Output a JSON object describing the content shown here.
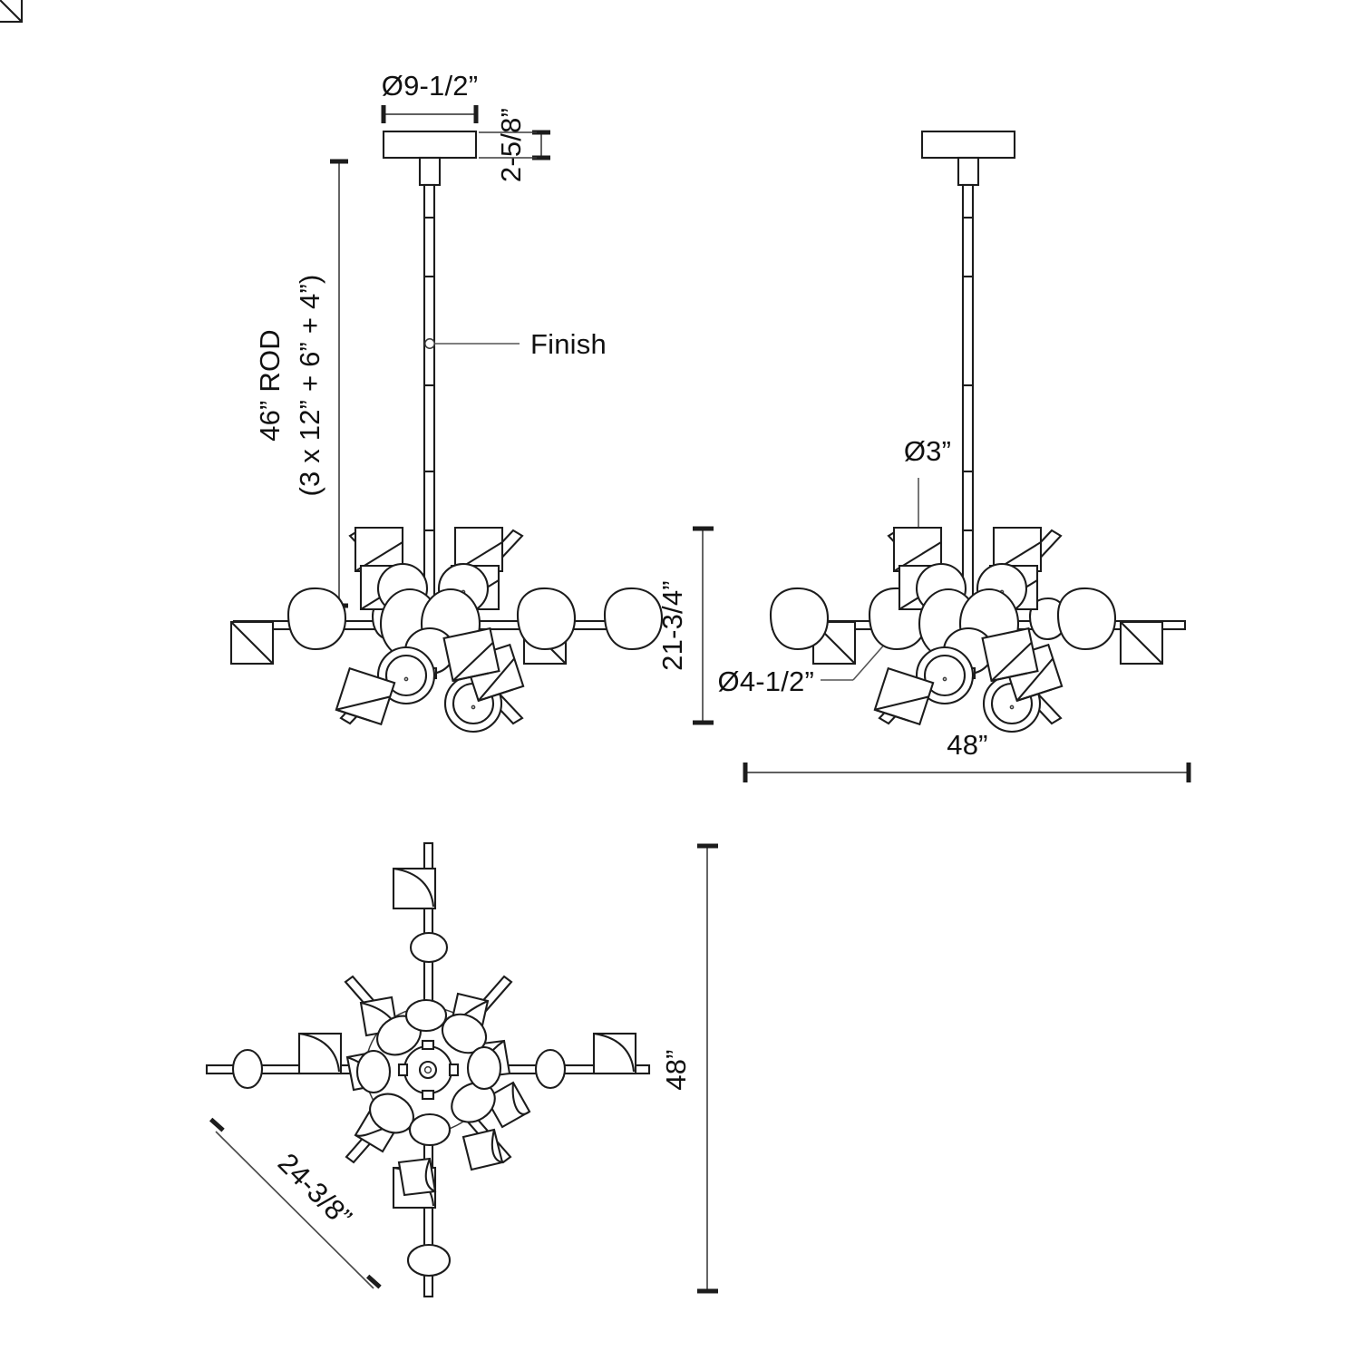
{
  "sheet": {
    "title": "Chandelier dimensional specification drawing",
    "background_color": "#ffffff",
    "line_color": "#1c1c1c",
    "text_color": "#111111"
  },
  "views": {
    "front": {
      "name": "front-elevation",
      "dimensions": {
        "canopy_diameter": "Ø9-1/2”",
        "canopy_height": "2-5/8”",
        "rod_length": "46” ROD",
        "rod_breakdown": "(3 x 12” + 6” + 4”)",
        "fixture_height": "21-3/4”"
      },
      "callouts": {
        "finish": "Finish"
      }
    },
    "side": {
      "name": "side-elevation",
      "dimensions": {
        "overall_width": "48”"
      },
      "callouts": {
        "small_shade_diameter": "Ø3”",
        "large_shade_diameter": "Ø4-1/2”"
      }
    },
    "plan": {
      "name": "plan-view",
      "dimensions": {
        "overall_depth": "48”",
        "inner_span": "24-3/8”"
      }
    }
  },
  "labels": {
    "canopy_diameter": "Ø9-1/2”",
    "canopy_height": "2-5/8”",
    "rod_length": "46” ROD",
    "rod_breakdown": "(3 x 12” + 6” + 4”)",
    "finish": "Finish",
    "fixture_height": "21-3/4”",
    "shade_small_dia": "Ø3”",
    "shade_large_dia": "Ø4-1/2”",
    "width_48": "48”",
    "depth_48": "48”",
    "inner_span": "24-3/8”"
  }
}
